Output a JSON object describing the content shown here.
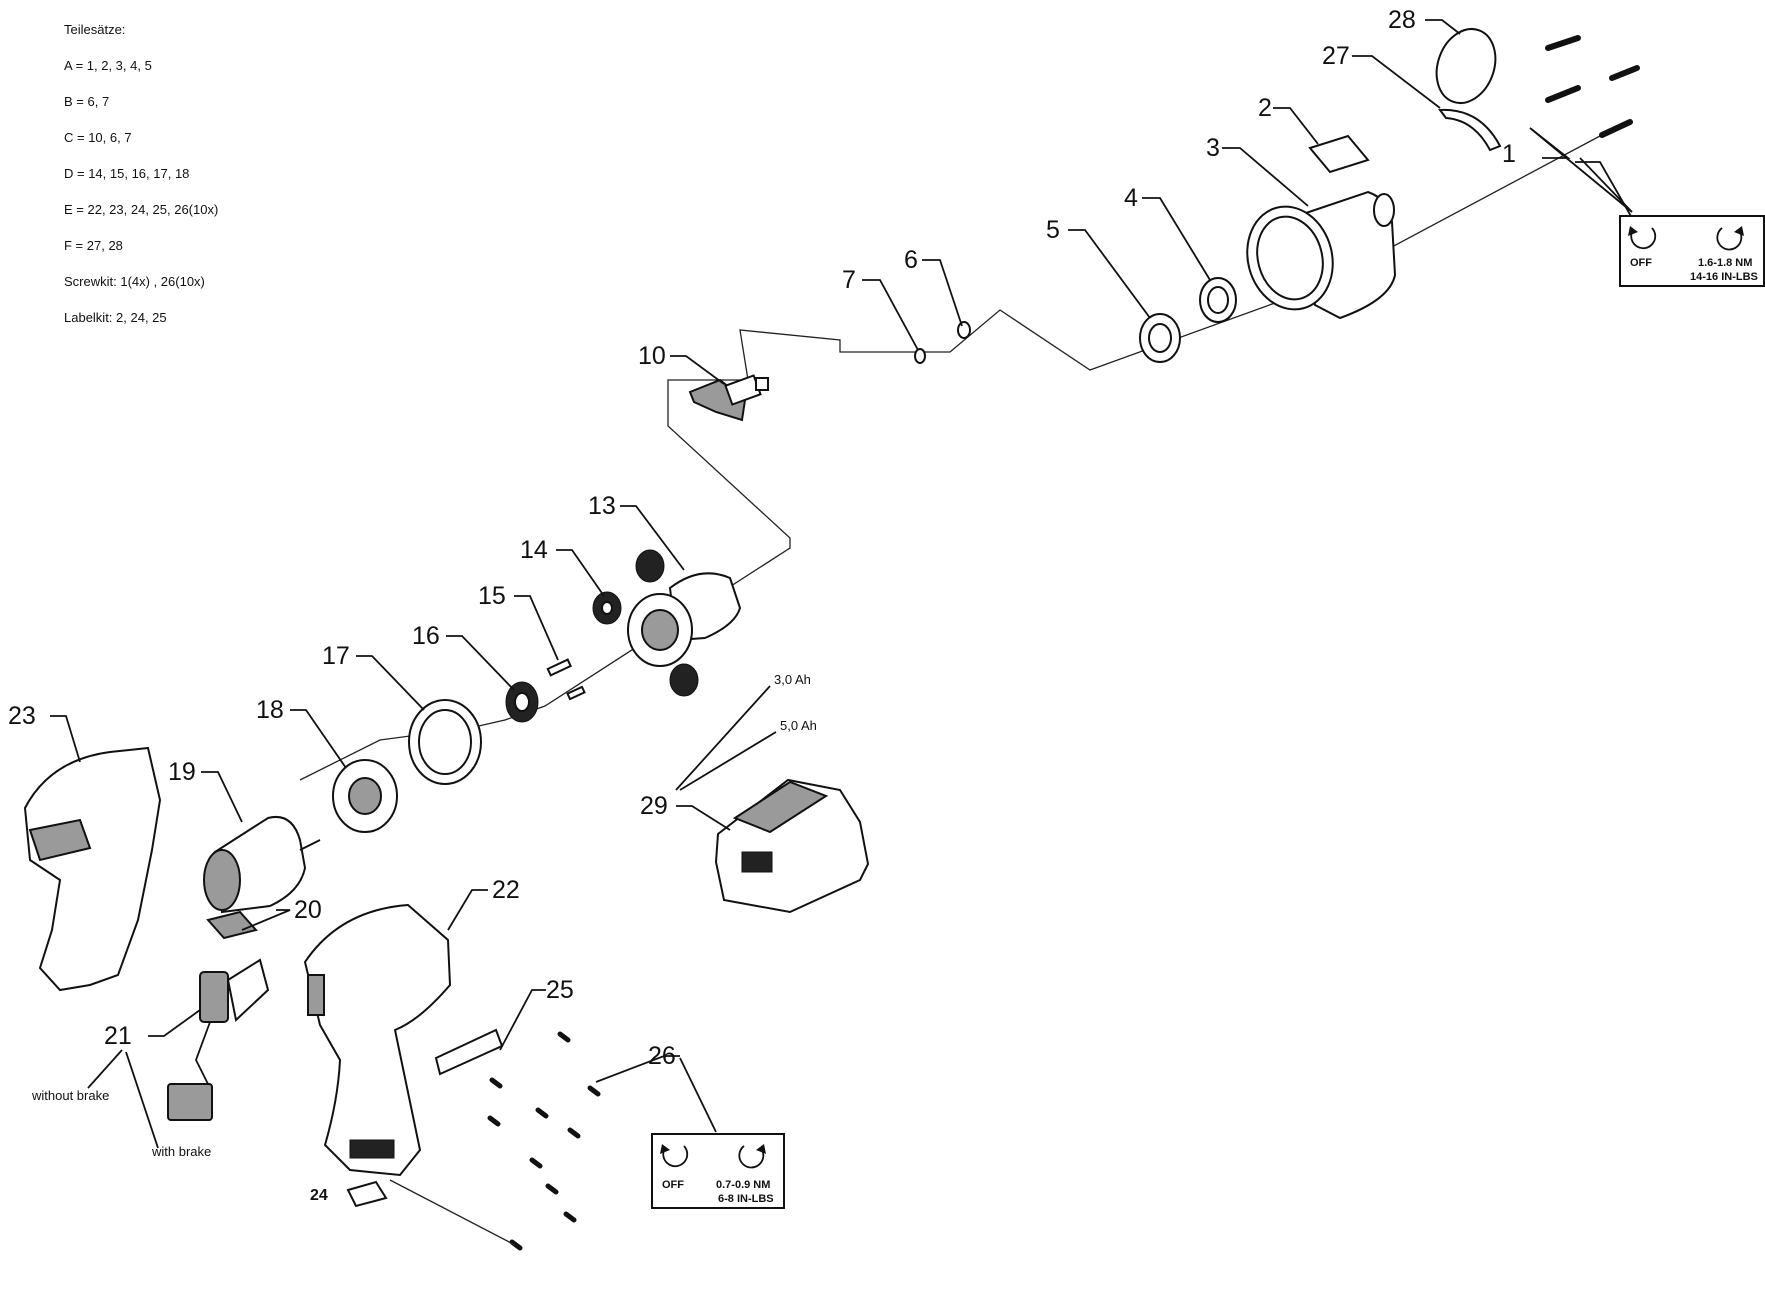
{
  "kits_heading": "Teilesätze:",
  "kits": [
    "A = 1, 2, 3, 4, 5",
    "B = 6, 7",
    "C = 10, 6, 7",
    "D = 14, 15, 16, 17, 18",
    "E = 22, 23, 24, 25, 26(10x)",
    "F = 27, 28",
    "Screwkit: 1(4x) , 26(10x)",
    "Labelkit: 2, 24, 25"
  ],
  "callouts": {
    "c1": "1",
    "c2": "2",
    "c3": "3",
    "c4": "4",
    "c5": "5",
    "c6": "6",
    "c7": "7",
    "c10": "10",
    "c13": "13",
    "c14": "14",
    "c15": "15",
    "c16": "16",
    "c17": "17",
    "c18": "18",
    "c19": "19",
    "c20": "20",
    "c21": "21",
    "c22": "22",
    "c23": "23",
    "c24": "24",
    "c25": "25",
    "c26": "26",
    "c27": "27",
    "c28": "28",
    "c29": "29"
  },
  "torque_box_1": {
    "off": "OFF",
    "line1": "1.6-1.8 NM",
    "line2": "14-16 IN-LBS"
  },
  "torque_box_26": {
    "off": "OFF",
    "line1": "0.7-0.9 NM",
    "line2": "6-8 IN-LBS"
  },
  "battery_options": {
    "a": "3,0 Ah",
    "b": "5,0 Ah"
  },
  "switch_variants": {
    "a": "without brake",
    "b": "with brake"
  }
}
